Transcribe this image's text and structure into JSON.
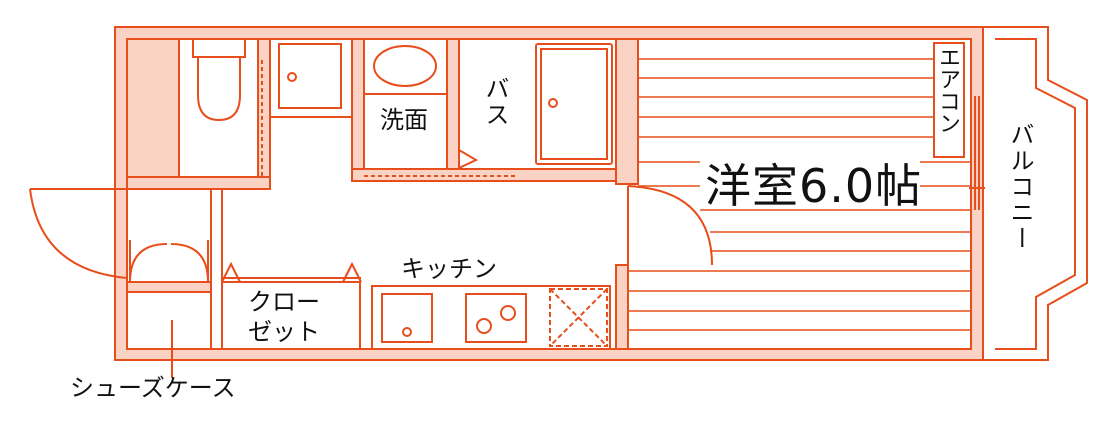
{
  "colors": {
    "wall": "#E84E1B",
    "wall_fill": "#FAD3C4",
    "text": "#111111",
    "background": "#FFFFFF"
  },
  "rooms": {
    "bath": "バス",
    "washroom": "洗面",
    "kitchen": "キッチン",
    "closet_line1": "クロー",
    "closet_line2": "ゼット",
    "shoe_case": "シューズケース",
    "aircon": "エアコン",
    "balcony": "バルコニー",
    "western_room": "洋室6.0帖"
  },
  "icons": [
    "toilet-icon",
    "washbasin-icon",
    "bathtub-icon",
    "sink-icon",
    "stove-icon",
    "fridge-space-icon",
    "door-swing-icon"
  ]
}
